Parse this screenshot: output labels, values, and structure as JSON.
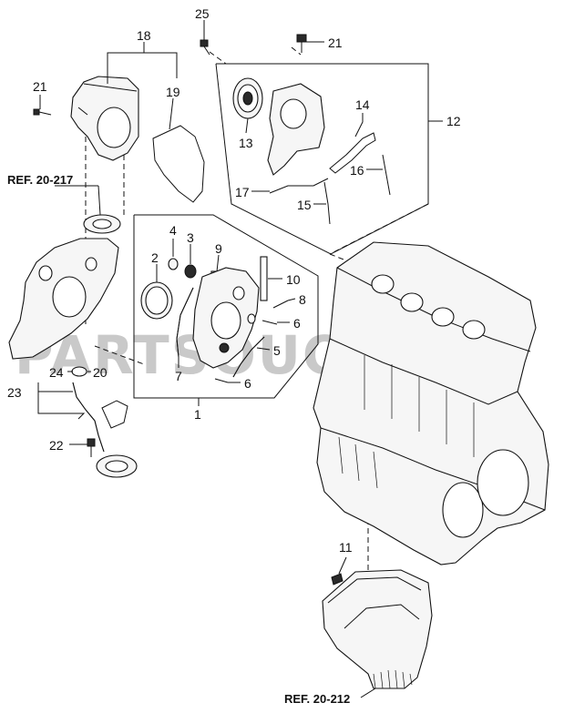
{
  "callouts": {
    "n25": "25",
    "n21_top": "21",
    "n18": "18",
    "n19": "19",
    "n21_left": "21",
    "n13": "13",
    "n14": "14",
    "n12": "12",
    "n16": "16",
    "n17": "17",
    "n15": "15",
    "n4": "4",
    "n3": "3",
    "n9": "9",
    "n2": "2",
    "n10": "10",
    "n8": "8",
    "n6_upper": "6",
    "n5": "5",
    "n7": "7",
    "n6_lower": "6",
    "n1": "1",
    "n24": "24",
    "n20": "20",
    "n23": "23",
    "n22": "22",
    "n11": "11"
  },
  "references": {
    "ref_oil_pump": "REF. 20-217",
    "ref_oil_pan": "REF. 20-212"
  },
  "watermark": "PARTSOUQ.COM"
}
